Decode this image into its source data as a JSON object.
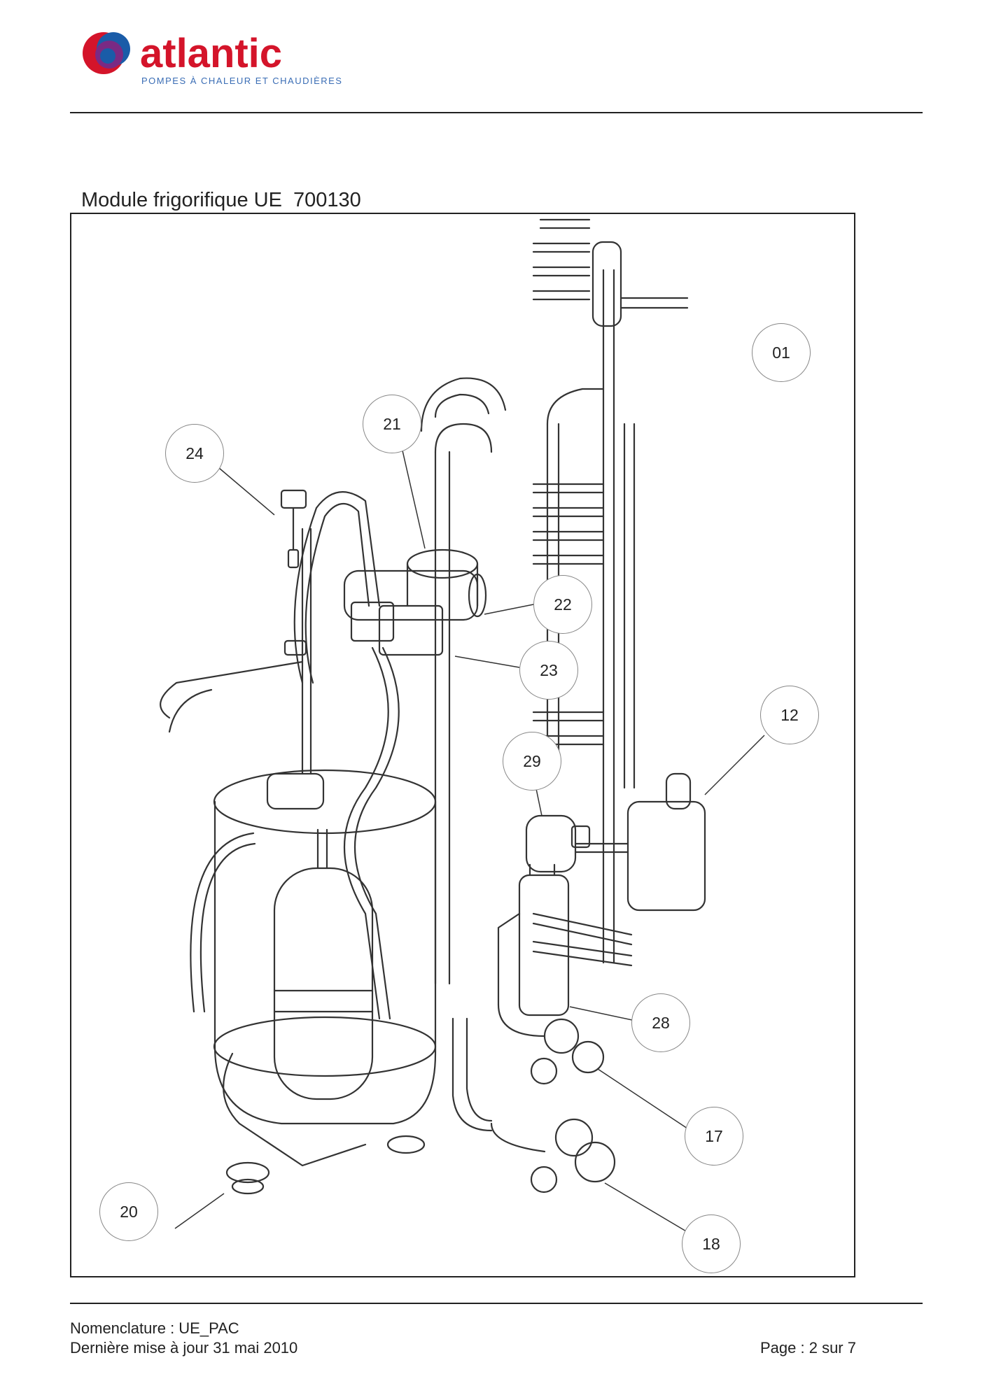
{
  "header": {
    "brand_name": "atlantic",
    "brand_tagline": "POMPES À CHALEUR ET CHAUDIÈRES",
    "brand_colors": {
      "primary": "#d4142a",
      "blue": "#1a5ca8",
      "purple": "#7a2a84",
      "tagline": "#3a6db5"
    }
  },
  "section": {
    "title": "Module frigorifique UE  700130"
  },
  "diagram": {
    "callouts": [
      {
        "id": "c01",
        "label": "01"
      },
      {
        "id": "c12",
        "label": "12"
      },
      {
        "id": "c17",
        "label": "17"
      },
      {
        "id": "c18",
        "label": "18"
      },
      {
        "id": "c20",
        "label": "20"
      },
      {
        "id": "c21",
        "label": "21"
      },
      {
        "id": "c22",
        "label": "22"
      },
      {
        "id": "c23",
        "label": "23"
      },
      {
        "id": "c24",
        "label": "24"
      },
      {
        "id": "c28",
        "label": "28"
      },
      {
        "id": "c29",
        "label": "29"
      }
    ]
  },
  "footer": {
    "nomenclature": "Nomenclature : UE_PAC",
    "last_update": "Dernière mise à jour 31 mai 2010",
    "page": "Page : 2 sur 7"
  }
}
